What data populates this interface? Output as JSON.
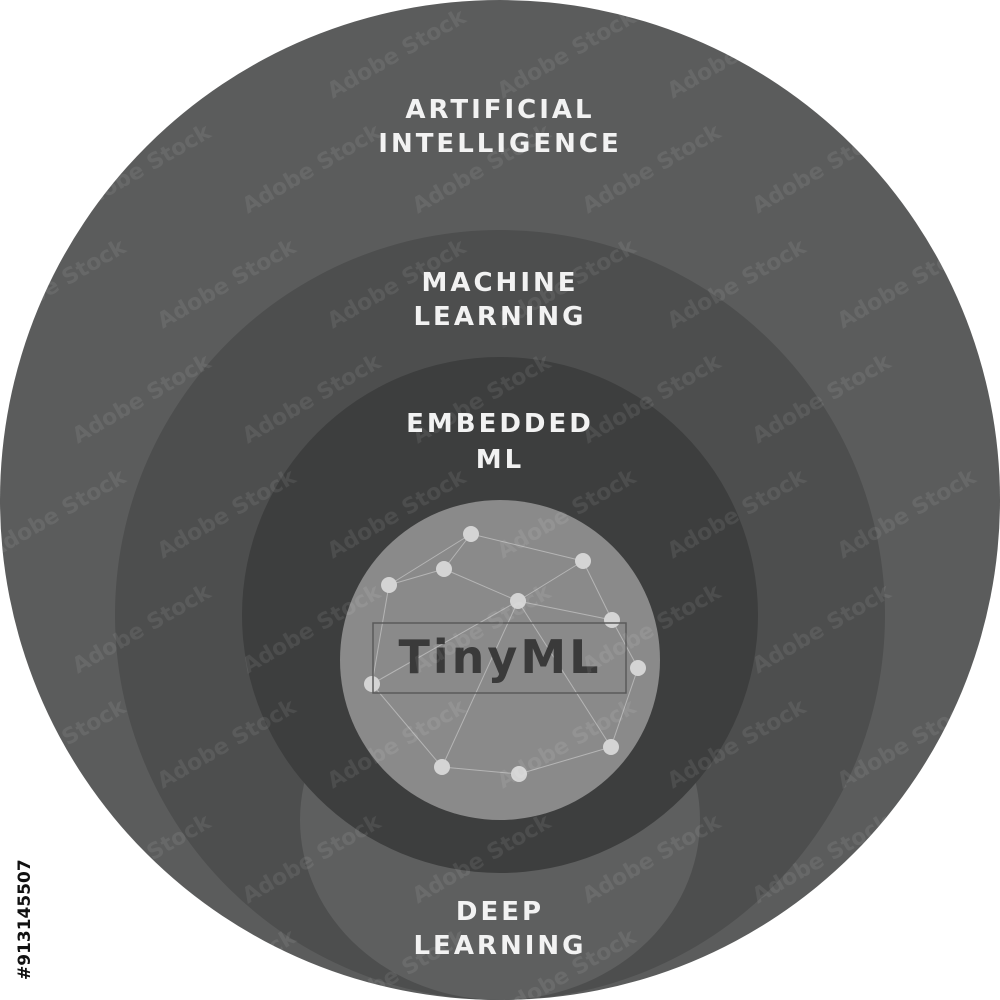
{
  "diagram": {
    "rings": [
      {
        "id": "ai",
        "lines": [
          "ARTIFICIAL",
          "INTELLIGENCE"
        ],
        "color": "#5b5c5c"
      },
      {
        "id": "ml",
        "lines": [
          "MACHINE",
          "LEARNING"
        ],
        "color": "#4d4e4e"
      },
      {
        "id": "embedded",
        "lines": [
          "EMBEDDED",
          "ML"
        ],
        "color": "#3d3e3e"
      },
      {
        "id": "deep",
        "lines": [
          "DEEP",
          "LEARNING"
        ],
        "color": "#5e5f5f"
      }
    ],
    "core": {
      "label": "TinyML",
      "color": "#8a8a8a"
    }
  },
  "watermark": {
    "text": "Adobe Stock",
    "id_text": "#913145507"
  }
}
